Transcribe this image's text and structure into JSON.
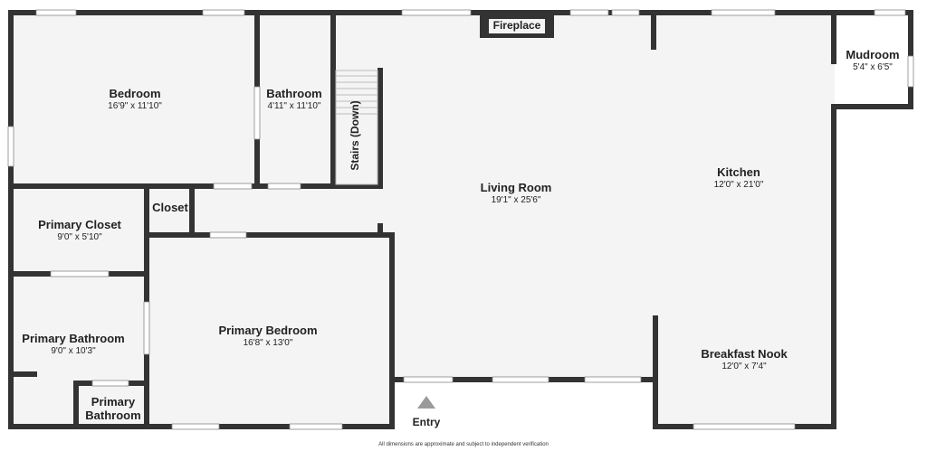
{
  "rooms": [
    {
      "id": "bedroom",
      "name": "Bedroom",
      "dims": "16'9\" x 11'10\""
    },
    {
      "id": "bathroom",
      "name": "Bathroom",
      "dims": "4'11\" x 11'10\""
    },
    {
      "id": "living-room",
      "name": "Living Room",
      "dims": "19'1\" x 25'6\""
    },
    {
      "id": "kitchen",
      "name": "Kitchen",
      "dims": "12'0\" x 21'0\""
    },
    {
      "id": "mudroom",
      "name": "Mudroom",
      "dims": "5'4\" x 6'5\""
    },
    {
      "id": "primary-closet",
      "name": "Primary Closet",
      "dims": "9'0\" x 5'10\""
    },
    {
      "id": "closet",
      "name": "Closet",
      "dims": ""
    },
    {
      "id": "primary-bedroom",
      "name": "Primary Bedroom",
      "dims": "16'8\" x 13'0\""
    },
    {
      "id": "primary-bathroom",
      "name": "Primary Bathroom",
      "dims": "9'0\" x 10'3\""
    },
    {
      "id": "primary-bathroom-2",
      "name": "Primary Bathroom",
      "dims": ""
    },
    {
      "id": "breakfast-nook",
      "name": "Breakfast Nook",
      "dims": "12'0\" x 7'4\""
    }
  ],
  "fixtures": {
    "fireplace": "Fireplace",
    "stairs": "Stairs (Down)",
    "entry": "Entry"
  },
  "footer": "All dimensions are approximate and subject to independent verification",
  "colors": {
    "wall": "#333333",
    "floor": "#f4f4f4",
    "window": "#ffffff",
    "entry_arrow": "#9a9a9a"
  }
}
